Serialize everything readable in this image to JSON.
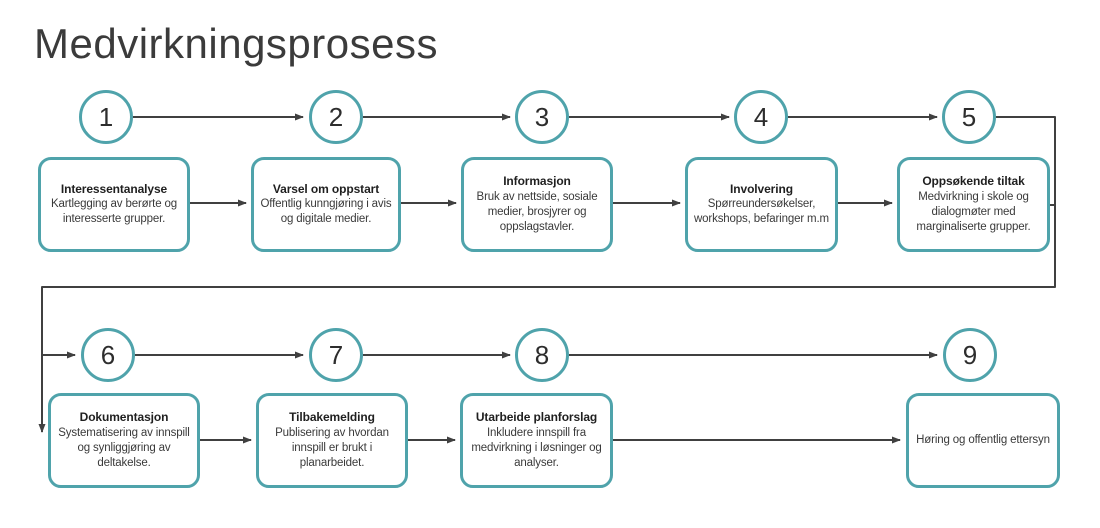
{
  "title": "Medvirkningsprosess",
  "colors": {
    "accent": "#4FA3AB",
    "line": "#404040"
  },
  "steps": [
    {
      "number": "1",
      "title": "Interessentanalyse",
      "body": "Kartlegging av berørte og interesserte grupper."
    },
    {
      "number": "2",
      "title": "Varsel om oppstart",
      "body": "Offentlig kunngjøring i avis og digitale medier."
    },
    {
      "number": "3",
      "title": "Informasjon",
      "body": "Bruk av nettside, sosiale medier, brosjyrer og oppslagstavler."
    },
    {
      "number": "4",
      "title": "Involvering",
      "body": "Spørreundersøkelser, workshops, befaringer m.m"
    },
    {
      "number": "5",
      "title": "Oppsøkende tiltak",
      "body": "Medvirkning i skole og dialogmøter med marginaliserte grupper."
    },
    {
      "number": "6",
      "title": "Dokumentasjon",
      "body": "Systematisering av innspill og synliggjøring av deltakelse."
    },
    {
      "number": "7",
      "title": "Tilbakemelding",
      "body": "Publisering av hvordan innspill er brukt i planarbeidet."
    },
    {
      "number": "8",
      "title": "Utarbeide planforslag",
      "body": "Inkludere innspill fra medvirkning i løsninger og analyser."
    },
    {
      "number": "9",
      "title": "",
      "body": "Høring og  offentlig ettersyn"
    }
  ]
}
